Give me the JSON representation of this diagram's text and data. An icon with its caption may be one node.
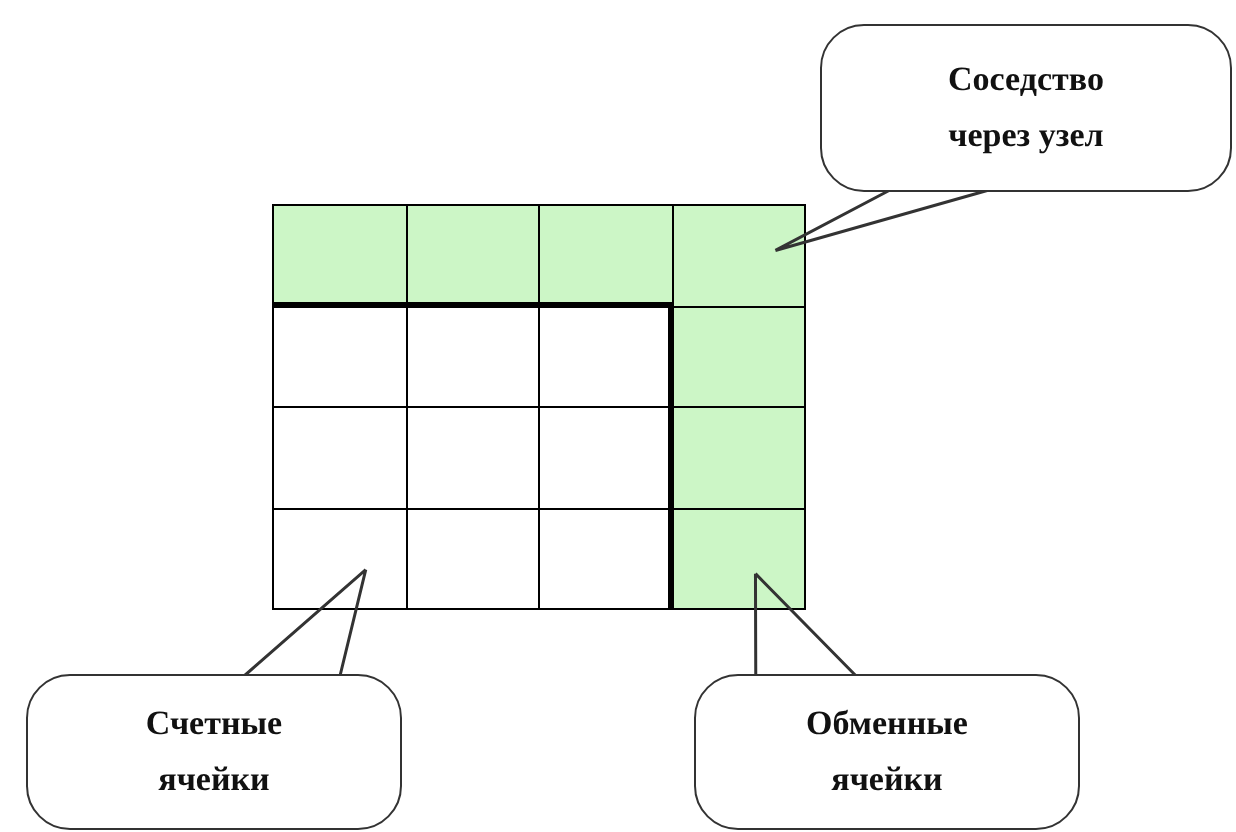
{
  "diagram": {
    "nodes": [
      {
        "text": [
          "Соседство через узел"
        ]
      },
      {
        "text": [
          "Счетные ячейки"
        ]
      },
      {
        "text": [
          "Обменные ячейки"
        ]
      },
      {
        "text": [],
        "shape": "box"
      },
      {
        "text": [],
        "shape": "box"
      },
      {
        "text": [],
        "shape": "box"
      }
    ],
    "edges": [
      {
        "from": 0,
        "to": 3,
        "arrow": "none"
      },
      {
        "from": 1,
        "to": 4,
        "arrow": "none"
      },
      {
        "from": 2,
        "to": 5,
        "arrow": "none"
      }
    ]
  }
}
